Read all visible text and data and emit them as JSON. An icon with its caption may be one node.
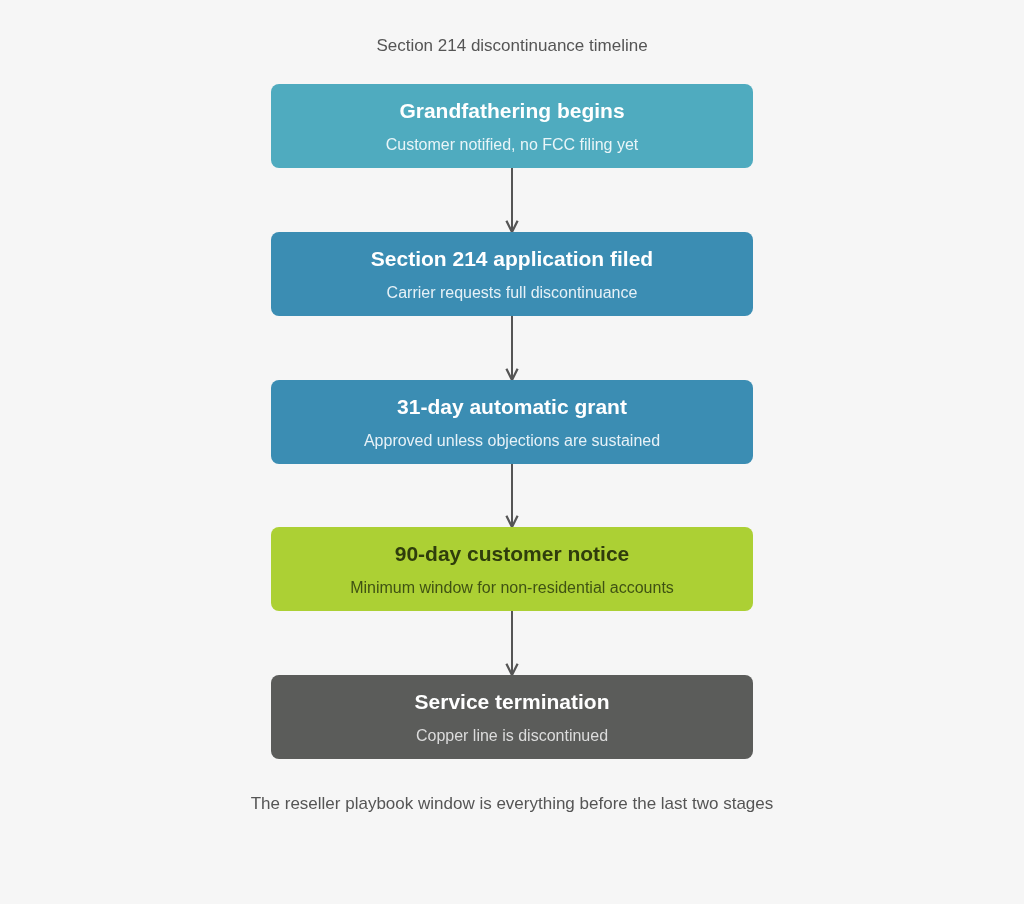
{
  "diagram": {
    "title": "Section 214 discontinuance timeline",
    "nodes": [
      {
        "text": [
          "Grandfathering begins",
          "Customer notified, no FCC filing yet"
        ]
      },
      {
        "text": [
          "Section 214 application filed",
          "Carrier requests full discontinuance"
        ]
      },
      {
        "text": [
          "31-day automatic grant",
          "Approved unless objections are sustained"
        ]
      },
      {
        "text": [
          "90-day customer notice",
          "Minimum window for non-residential accounts"
        ]
      },
      {
        "text": [
          "Service termination",
          "Copper line is discontinued"
        ]
      }
    ],
    "edges": [
      {
        "from": 0,
        "to": 1,
        "arrow": "to"
      },
      {
        "from": 1,
        "to": 2,
        "arrow": "to"
      },
      {
        "from": 2,
        "to": 3,
        "arrow": "to"
      },
      {
        "from": 3,
        "to": 4,
        "arrow": "to"
      }
    ],
    "caption": "The reseller playbook window is everything before the last two stages"
  }
}
